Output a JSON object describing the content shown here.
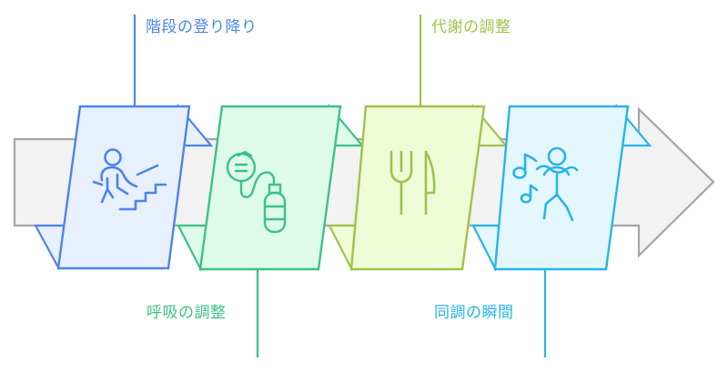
{
  "diagram": {
    "title": "",
    "type": "process-arrow-ribbon",
    "background_arrow": {
      "name": "progress-arrow",
      "fill": "#f2f2f2",
      "stroke": "#a6a6a6"
    },
    "steps": [
      {
        "id": "stairs",
        "label": "階段の登り降り",
        "label_position": "top",
        "icon": "person-climbing-stairs-icon",
        "color": "#4a86e8",
        "fill": "#e8effd"
      },
      {
        "id": "breathing",
        "label": "呼吸の調整",
        "label_position": "bottom",
        "icon": "oxygen-mask-tank-icon",
        "color": "#3dc285",
        "fill": "#ddfaea"
      },
      {
        "id": "metabolism",
        "label": "代謝の調整",
        "label_position": "top",
        "icon": "fork-and-knife-icon",
        "color": "#9fc34b",
        "fill": "#f0fbd8"
      },
      {
        "id": "sync",
        "label": "同調の瞬間",
        "label_position": "bottom",
        "icon": "dancing-person-music-notes-icon",
        "color": "#28b4e8",
        "fill": "#e3f7fd"
      }
    ]
  }
}
